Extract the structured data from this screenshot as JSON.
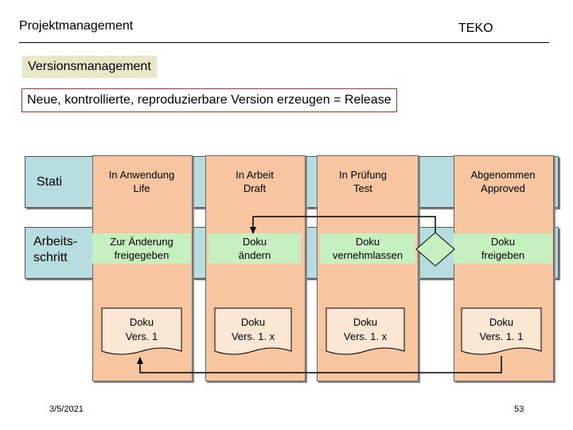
{
  "header": {
    "left": "Projektmanagement",
    "right": "TEKO"
  },
  "heading": "Versionsmanagement",
  "definition": "Neue, kontrollierte, reproduzierbare Version erzeugen = Release",
  "rows": {
    "stati": "Stati",
    "arbeitsschritt": [
      "Arbeits-",
      "schritt"
    ]
  },
  "columns": [
    {
      "status": [
        "In Anwendung",
        "Life"
      ],
      "step": [
        "Zur Änderung",
        "freigegeben"
      ],
      "doc": [
        "Doku",
        "Vers. 1"
      ]
    },
    {
      "status": [
        "In Arbeit",
        "Draft"
      ],
      "step": [
        "Doku",
        "ändern"
      ],
      "doc": [
        "Doku",
        "Vers. 1. x"
      ]
    },
    {
      "status": [
        "In Prüfung",
        "Test"
      ],
      "step": [
        "Doku",
        "vernehmlassen"
      ],
      "doc": [
        "Doku",
        "Vers. 1. x"
      ]
    },
    {
      "status": [
        "Abgenommen",
        "Approved"
      ],
      "step": [
        "Doku",
        "freigeben"
      ],
      "doc": [
        "Doku",
        "Vers. 1. 1"
      ]
    }
  ],
  "colors": {
    "band": "#b8dde0",
    "column": "#f7c59f",
    "step": "#c6f0c0",
    "document": "#fce6d4",
    "decision": "#c6f0c0"
  },
  "footer": {
    "date": "3/5/2021",
    "page": "53"
  }
}
